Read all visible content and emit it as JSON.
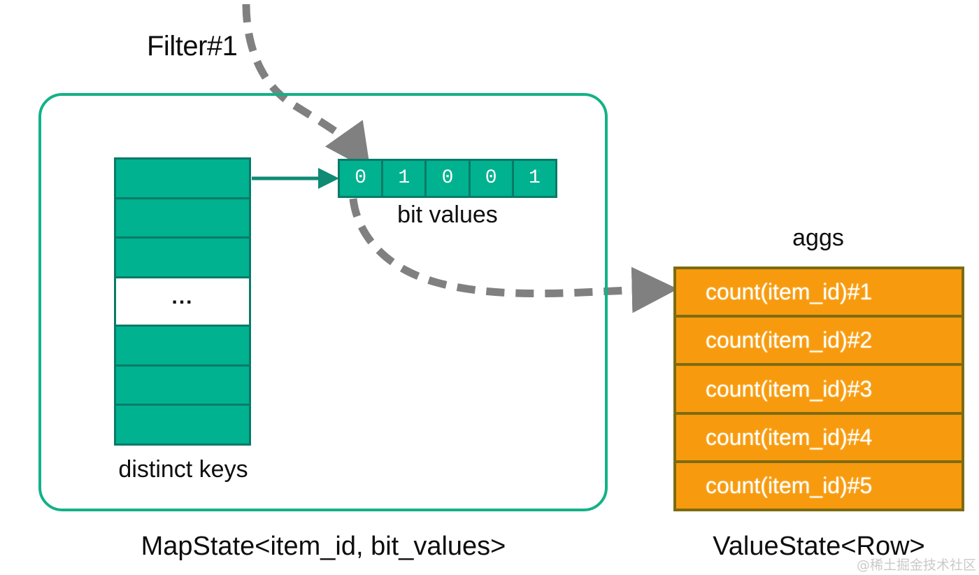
{
  "diagram": {
    "title_label": "Filter#1",
    "watermark": "@稀土掘金技术社区",
    "colors": {
      "teal_fill": "#00b28f",
      "teal_border": "#0b7a68",
      "container_border": "#12b288",
      "orange_fill": "#f79a0e",
      "orange_border": "#7d6b12",
      "arrow_gray": "#808080",
      "text_dark": "#0d0d0d"
    }
  },
  "mapstate": {
    "caption": "MapState<item_id, bit_values>",
    "distinct_keys": {
      "label": "distinct keys",
      "rows": [
        "",
        "",
        "",
        "...",
        "",
        "",
        ""
      ],
      "ellipsis_index": 3
    },
    "bit_values": {
      "label": "bit values",
      "bits": [
        "0",
        "1",
        "0",
        "0",
        "1"
      ]
    }
  },
  "valuestate": {
    "caption": "ValueState<Row>",
    "aggs": {
      "title": "aggs",
      "rows": [
        "count(item_id)#1",
        "count(item_id)#2",
        "count(item_id)#3",
        "count(item_id)#4",
        "count(item_id)#5"
      ]
    }
  },
  "connectors": [
    {
      "name": "filter-inflow-arrow",
      "style": "dashed",
      "color": "#808080",
      "from": "Filter#1",
      "to": "bit values"
    },
    {
      "name": "key-to-bits-arrow",
      "style": "solid",
      "color": "#0b7a68",
      "from": "distinct keys",
      "to": "bit values"
    },
    {
      "name": "bits-to-aggs-arrow",
      "style": "dashed",
      "color": "#808080",
      "from": "bit values",
      "to": "aggs"
    }
  ]
}
